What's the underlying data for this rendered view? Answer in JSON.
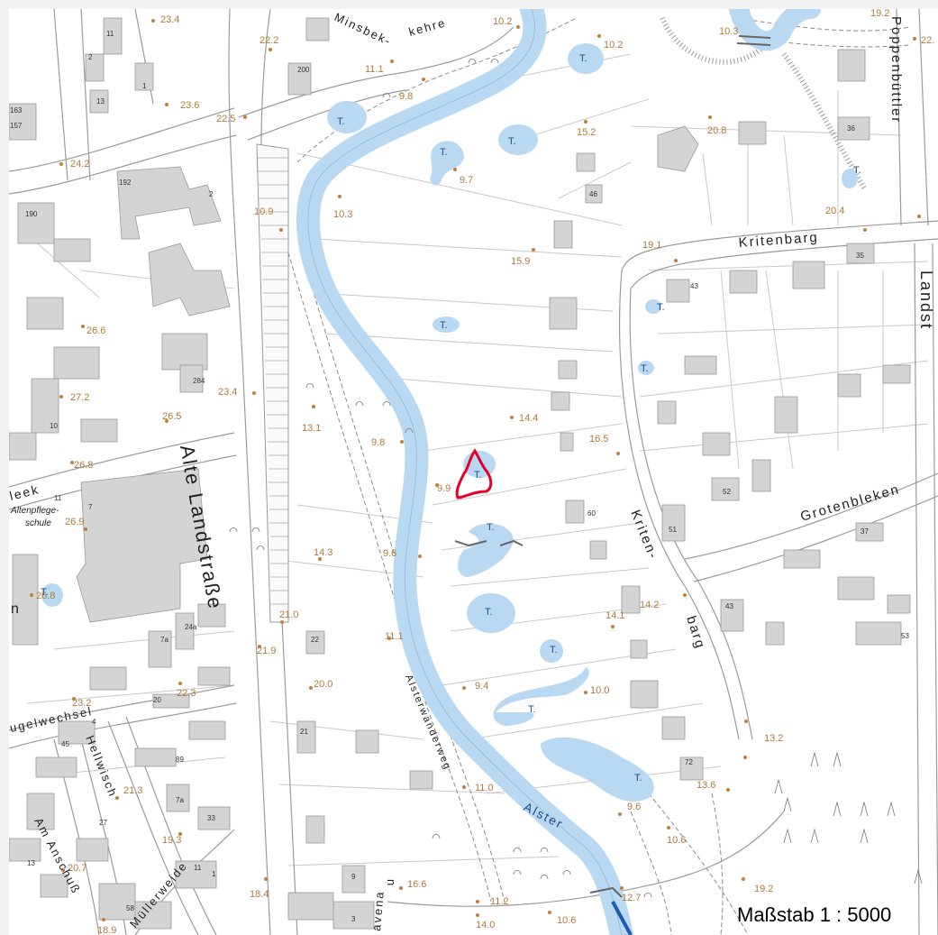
{
  "map": {
    "scale_label": "Maßstab 1 : 5000",
    "colors": {
      "background": "#ffffff",
      "water": "#b9d8f1",
      "building": "#d4d4d4",
      "building_stroke": "#999999",
      "road_edge": "#9a9a9a",
      "height_dot": "#c0803a",
      "highlight": "#e4002b"
    },
    "streets": {
      "minsbekkehre_1": "Minsbek-",
      "minsbekkehre_2": "kehre",
      "poppenbuettler": "Poppenbüttler",
      "kritenbarg_top": "Kritenbarg",
      "landstr": "Landst",
      "alte_landstrasse": "Alte Landstraße",
      "grotenbleken": "Grotenbleken",
      "kriten": "Kriten-",
      "barg": "barg",
      "alsterwanderweg": "Alsterwanderweg",
      "alster": "Alster",
      "bleek": "leek",
      "vogelwechsel": "ugelwechsel",
      "hellwisch": "Hellwisch",
      "am_anschuss": "Am Anschuß",
      "muellerweide": "Müllerweide",
      "altenpflege_1": "Altenpflege-",
      "altenpflege_2": "schule",
      "avena": "avena",
      "n_left": "n",
      "n_bottom": "n"
    },
    "heights": [
      "23.4",
      "22.2",
      "11.1",
      "9.8",
      "10.2",
      "10.2",
      "10.3",
      "19.2",
      "22.",
      "23.6",
      "22.5",
      "15.2",
      "20.8",
      "24.2",
      "9.7",
      "10.9",
      "10.3",
      "20.4",
      "19.1",
      "15.9",
      "26.6",
      "27.2",
      "23.4",
      "13.1",
      "9.8",
      "14.4",
      "16.5",
      "26.5",
      "26.8",
      "9.9",
      "26.9",
      "14.3",
      "9.6",
      "14.2",
      "14.1",
      "26.8",
      "21.0",
      "21.9",
      "11.1",
      "23.2",
      "22.3",
      "20.0",
      "9.4",
      "10.0",
      "13.2",
      "13.6",
      "21.3",
      "11.0",
      "9.6",
      "19.3",
      "20.7",
      "10.6",
      "16.6",
      "18.4",
      "11.2",
      "12.7",
      "19.2",
      "10.6",
      "14.0",
      "18.9"
    ],
    "pond_label": "T.",
    "building_numbers": [
      "11",
      "2",
      "1",
      "13",
      "163",
      "157",
      "200",
      "36",
      "192",
      "2",
      "190",
      "46",
      "35",
      "43",
      "10",
      "284",
      "11",
      "7",
      "60",
      "52",
      "51",
      "37",
      "43",
      "53",
      "24a",
      "7a",
      "22",
      "21",
      "20",
      "4",
      "45",
      "89",
      "27",
      "7a",
      "33",
      "9",
      "13",
      "11",
      "1",
      "58",
      "3",
      "72"
    ]
  }
}
